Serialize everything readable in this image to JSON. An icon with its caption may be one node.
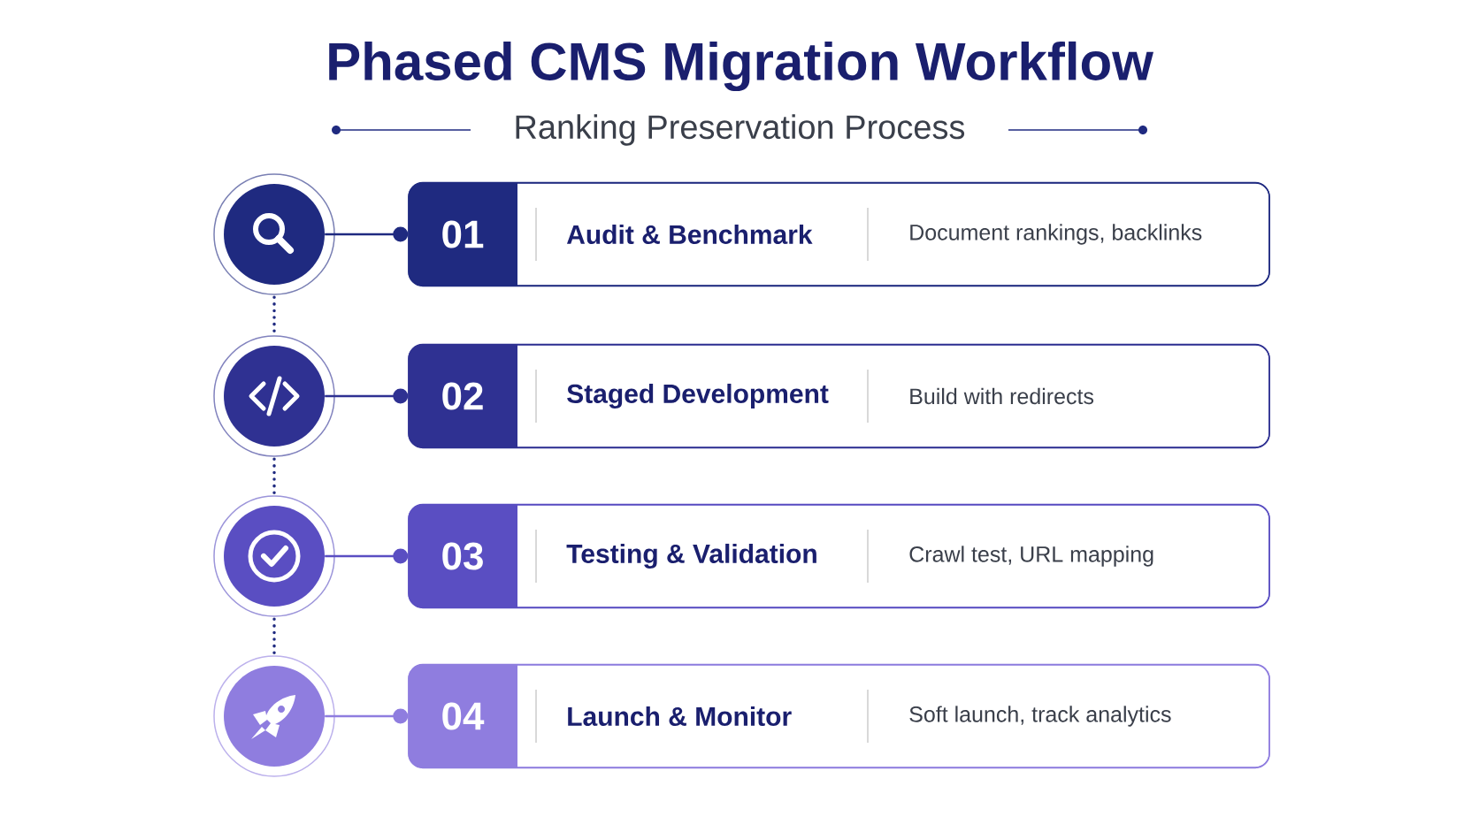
{
  "diagram": {
    "title": "Phased CMS Migration Workflow",
    "nodes": [
      {
        "text": [],
        "shape": "circle"
      },
      {
        "text": [
          "01",
          "Audit & Benchmark",
          "Document rankings, backlinks"
        ]
      },
      {
        "text": [],
        "shape": "circle"
      },
      {
        "text": [
          "02",
          "Staged Development",
          "Build with redirects"
        ]
      },
      {
        "text": [],
        "shape": "circle"
      },
      {
        "text": [
          "03",
          "Testing & Validation",
          "Crawl test, URL mapping"
        ]
      },
      {
        "text": [],
        "shape": "circle"
      },
      {
        "text": [
          "04",
          "Launch & Monitor",
          "Soft launch, track analytics"
        ]
      }
    ],
    "edges": [
      {
        "from": 0,
        "to": 1,
        "arrow": "other"
      },
      {
        "from": 2,
        "to": 3,
        "arrow": "other",
        "color": "#2f3192"
      },
      {
        "from": 4,
        "to": 5,
        "arrow": "other",
        "color": "#5a4ec2"
      },
      {
        "from": 6,
        "to": 7,
        "arrow": "other",
        "color": "#8f7ddf"
      },
      {
        "from": 0,
        "to": 2,
        "arrow": "none",
        "style": "dashed"
      },
      {
        "from": 2,
        "to": 4,
        "arrow": "none",
        "style": "dashed"
      },
      {
        "from": 4,
        "to": 6,
        "arrow": "none",
        "style": "dashed"
      }
    ],
    "labels": [
      "Ranking Preservation Process"
    ]
  }
}
